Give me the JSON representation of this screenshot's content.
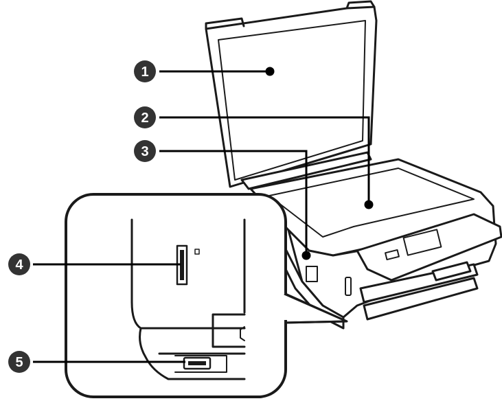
{
  "callouts": [
    {
      "number": "1",
      "part": "document-cover"
    },
    {
      "number": "2",
      "part": "scanner-glass"
    },
    {
      "number": "3",
      "part": "scanner-unit-edge"
    },
    {
      "number": "4",
      "part": "memory-card-slot"
    },
    {
      "number": "5",
      "part": "usb-port"
    }
  ],
  "colors": {
    "outline": "#1a1a1a",
    "badge_fill": "#333333",
    "background": "#ffffff"
  }
}
